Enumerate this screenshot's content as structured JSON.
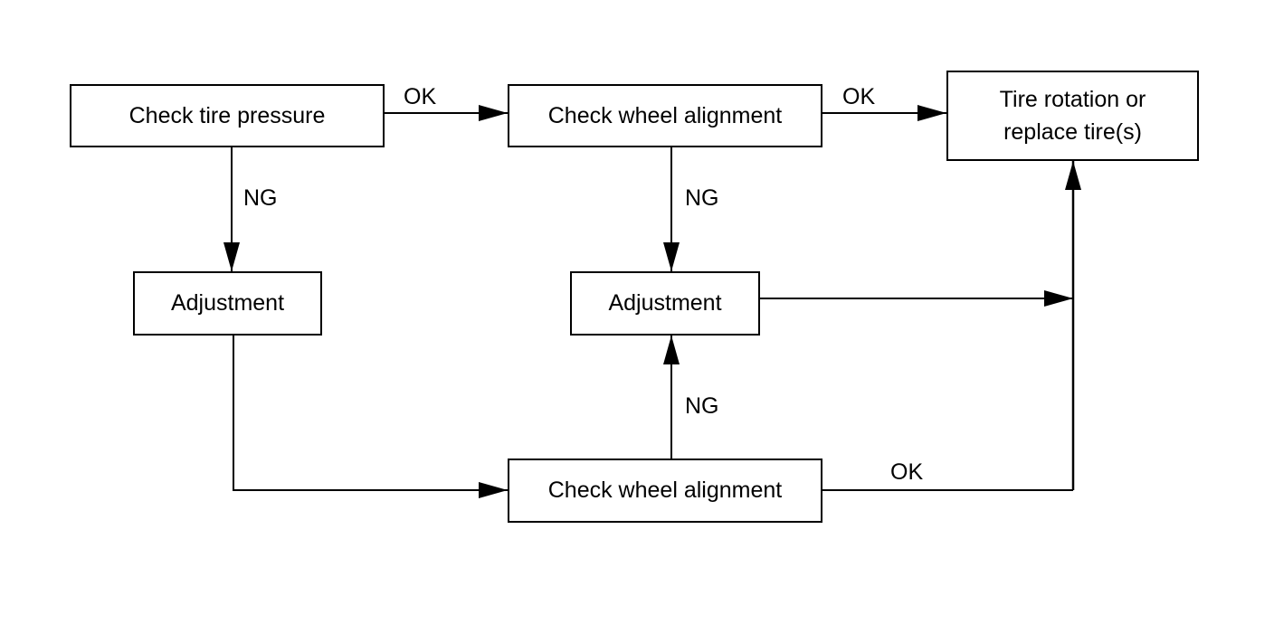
{
  "nodes": {
    "check_tire_pressure": "Check tire pressure",
    "check_wheel_alignment_top": "Check wheel alignment",
    "tire_rotation_line1": "Tire rotation or",
    "tire_rotation_line2": "replace tire(s)",
    "adjustment_left": "Adjustment",
    "adjustment_middle": "Adjustment",
    "check_wheel_alignment_bottom": "Check wheel alignment"
  },
  "edge_labels": {
    "tire_to_alignment": "OK",
    "alignment_to_rotation": "OK",
    "tire_to_adjustment": "NG",
    "alignment_to_adjustment": "NG",
    "bottom_alignment_to_adjustment": "NG",
    "bottom_alignment_to_rotation": "OK"
  },
  "colors": {
    "line": "#000000",
    "box_border": "#000000",
    "background": "#ffffff"
  }
}
